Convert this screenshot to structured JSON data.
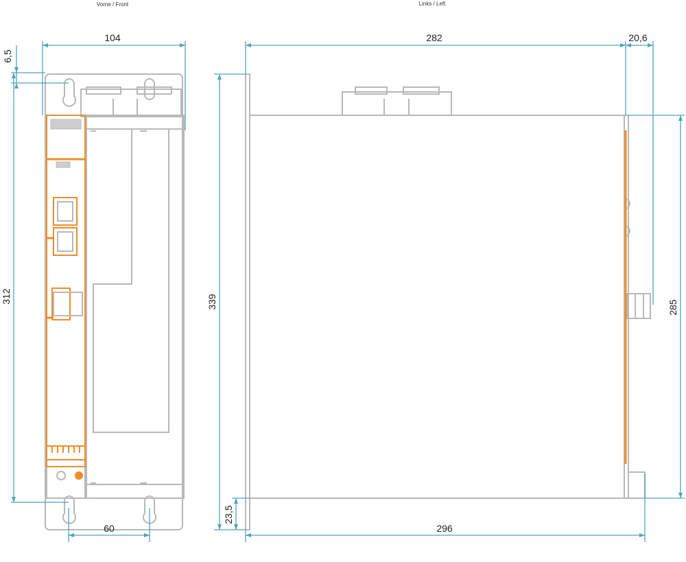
{
  "views": {
    "front_title": "Vorne / Front",
    "left_title": "Links / Left"
  },
  "dimensions": {
    "front_width": "104",
    "front_top_offset": "6,5",
    "front_height": "312",
    "front_hole_spacing": "60",
    "left_depth": "282",
    "left_connector": "20,6",
    "left_height": "339",
    "left_inner_height": "285",
    "left_foot": "23,5",
    "left_total_depth": "296"
  },
  "colors": {
    "outline": "#b8b8b8",
    "dimension": "#4fa3bd",
    "accent": "#f28c28"
  }
}
